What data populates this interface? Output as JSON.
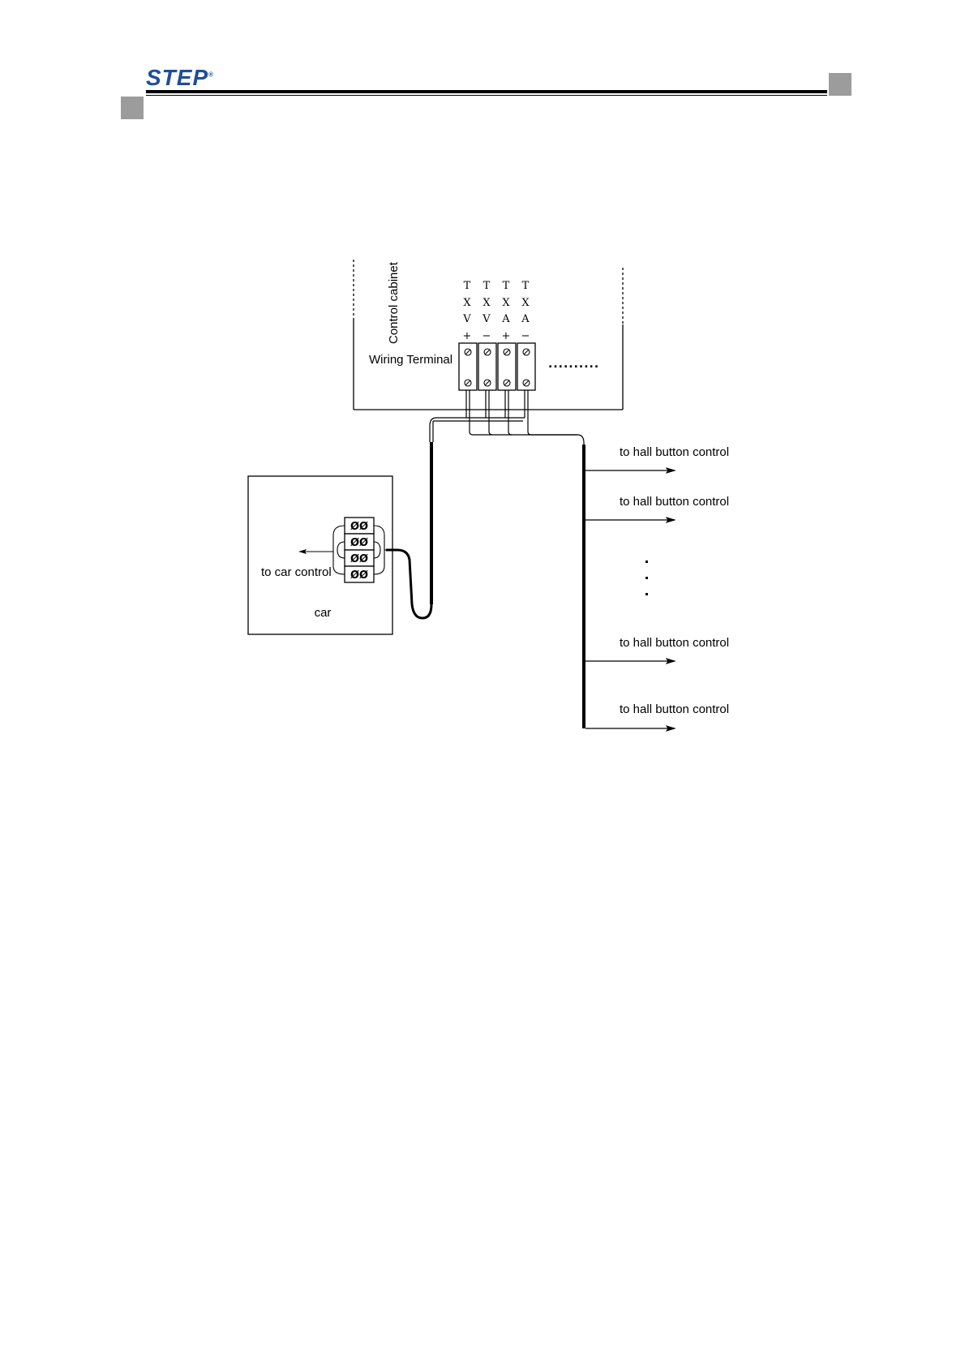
{
  "header": {
    "logo_text": "STEP",
    "logo_mark": "®",
    "brand_color": "#1f4e96",
    "tab_color": "#9c9c9c"
  },
  "diagram": {
    "cabinet_label": "Control cabinet",
    "terminal_label": "Wiring Terminal",
    "terminal_columns": [
      [
        "T",
        "X",
        "V",
        "+"
      ],
      [
        "T",
        "X",
        "V",
        "−"
      ],
      [
        "T",
        "X",
        "A",
        "+"
      ],
      [
        "T",
        "X",
        "A",
        "−"
      ]
    ],
    "more_terminals": "..........",
    "car_control_label": "to car control",
    "car_label": "car",
    "hall_labels": [
      "to hall button control",
      "to hall button control",
      "to hall button control",
      "to hall button control"
    ],
    "car_terminal_glyph": "ØØ"
  }
}
